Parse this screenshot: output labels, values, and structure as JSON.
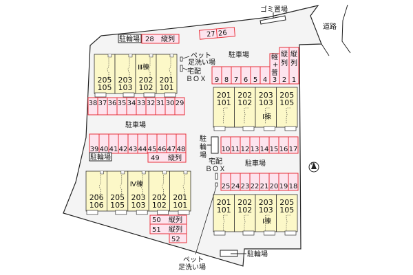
{
  "labels": {
    "garbage": "ゴミ置場",
    "road": "道路",
    "bicycle": "駐輪場",
    "parking": "駐車場",
    "pet_wash_1": "ペット",
    "pet_wash_2": "足洗い場",
    "delivery_1": "宅配",
    "delivery_2": "ＢＯＸ",
    "kei_plus_futsu": [
      "軽",
      "+",
      "普"
    ],
    "tandem": "縦列",
    "tandem_v": [
      "縦",
      "列"
    ],
    "bicycle_v": [
      "駐",
      "輪",
      "場"
    ],
    "north": "N"
  },
  "tandem_spots": {
    "s28": "28",
    "s49": "49",
    "s50": "50",
    "s51": "51",
    "s52": "52"
  },
  "slanted_spots": [
    "27",
    "26"
  ],
  "parking_rows": {
    "row_9_1": [
      "9",
      "8",
      "7",
      "6",
      "5",
      "4",
      "3",
      "2",
      "1"
    ],
    "row_38_29": [
      "38",
      "37",
      "36",
      "35",
      "34",
      "33",
      "32",
      "31",
      "30",
      "29"
    ],
    "row_39_48": [
      "39",
      "40",
      "41",
      "42",
      "43",
      "44",
      "45",
      "46",
      "47",
      "48"
    ],
    "row_10_17": [
      "10",
      "11",
      "12",
      "13",
      "14",
      "15",
      "16",
      "17"
    ],
    "row_25_18": [
      "25",
      "24",
      "23",
      "22",
      "21",
      "20",
      "19",
      "18"
    ]
  },
  "buildings": {
    "b3": {
      "name": "Ⅲ棟",
      "units": [
        [
          "205",
          "105"
        ],
        [
          "203",
          "103"
        ],
        [
          "202",
          "102"
        ],
        [
          "201",
          "101"
        ]
      ]
    },
    "b1_upper": {
      "name": "Ⅰ棟",
      "units": [
        [
          "201",
          "101"
        ],
        [
          "202",
          "102"
        ],
        [
          "203",
          "103"
        ],
        [
          "205",
          "105"
        ]
      ]
    },
    "b4": {
      "name": "Ⅳ棟",
      "units": [
        [
          "206",
          "106"
        ],
        [
          "205",
          "105"
        ],
        [
          "203",
          "103"
        ],
        [
          "202",
          "102"
        ],
        [
          "201",
          "101"
        ]
      ]
    },
    "b1_lower": {
      "name": "Ⅰ棟",
      "units": [
        [
          "201",
          "101"
        ],
        [
          "202",
          "102"
        ],
        [
          "203",
          "103"
        ],
        [
          "205",
          "105"
        ]
      ]
    }
  },
  "colors": {
    "parking_fill": "#fde4ee",
    "parking_stroke": "#e8303a",
    "building_fill": "#fcf8c8",
    "site_fill": "#f4f4f4"
  }
}
